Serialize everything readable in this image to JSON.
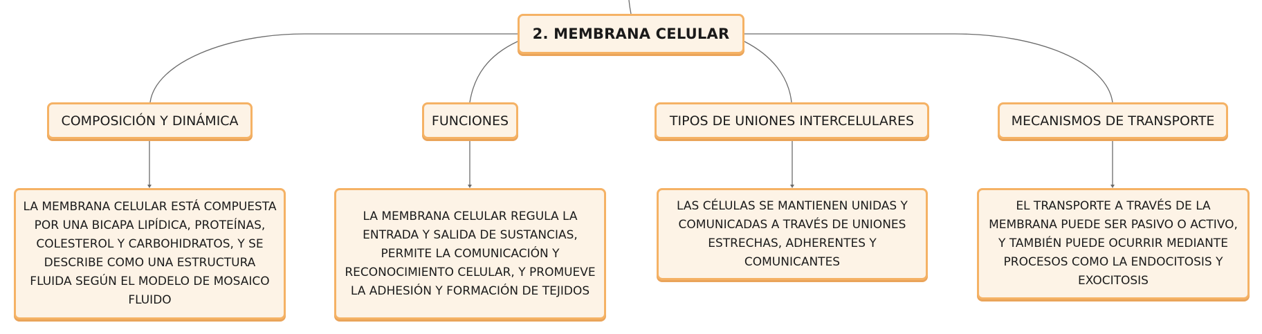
{
  "root": {
    "label": "2. MEMBRANA CELULAR"
  },
  "topics": [
    {
      "label": "COMPOSICIÓN Y DINÁMICA",
      "detail": "LA MEMBRANA CELULAR ESTÁ COMPUESTA POR UNA BICAPA LIPÍDICA, PROTEÍNAS, COLESTEROL Y CARBOHIDRATOS, Y SE DESCRIBE COMO UNA ESTRUCTURA FLUIDA SEGÚN EL MODELO DE MOSAICO FLUIDO"
    },
    {
      "label": "FUNCIONES",
      "detail": "LA MEMBRANA CELULAR REGULA LA ENTRADA Y SALIDA DE SUSTANCIAS, PERMITE LA COMUNICACIÓN Y RECONOCIMIENTO CELULAR, Y PROMUEVE LA ADHESIÓN Y FORMACIÓN DE TEJIDOS"
    },
    {
      "label": "TIPOS DE UNIONES INTERCELULARES",
      "detail": "LAS CÉLULAS SE MANTIENEN UNIDAS Y COMUNICADAS A TRAVÉS DE UNIONES ESTRECHAS, ADHERENTES Y COMUNICANTES"
    },
    {
      "label": "MECANISMOS DE TRANSPORTE",
      "detail": "EL TRANSPORTE A TRAVÉS DE LA MEMBRANA PUEDE SER PASIVO O ACTIVO, Y TAMBIÉN PUEDE OCURRIR MEDIANTE PROCESOS COMO LA ENDOCITOSIS Y EXOCITOSIS"
    }
  ],
  "colors": {
    "node_fill": "#fdf3e6",
    "node_border": "#f5b265",
    "connector": "#666666"
  }
}
